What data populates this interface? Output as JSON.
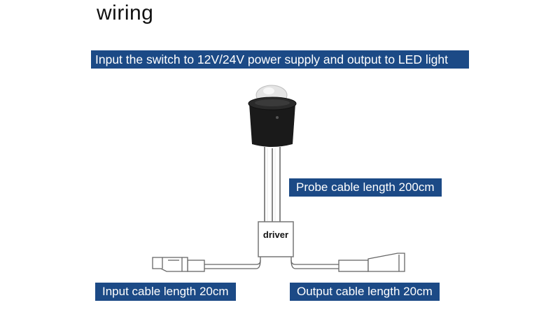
{
  "title": "wiring",
  "banner_main": "Input the switch to 12V/24V power supply and output to LED light",
  "probe_label": "Probe cable length 200cm",
  "input_label": "Input cable length 20cm",
  "output_label": "Output cable length 20cm",
  "driver_label": "driver",
  "colors": {
    "banner_bg": "#1c4a86",
    "banner_text": "#ffffff",
    "sensor_body": "#1a1a1a"
  }
}
